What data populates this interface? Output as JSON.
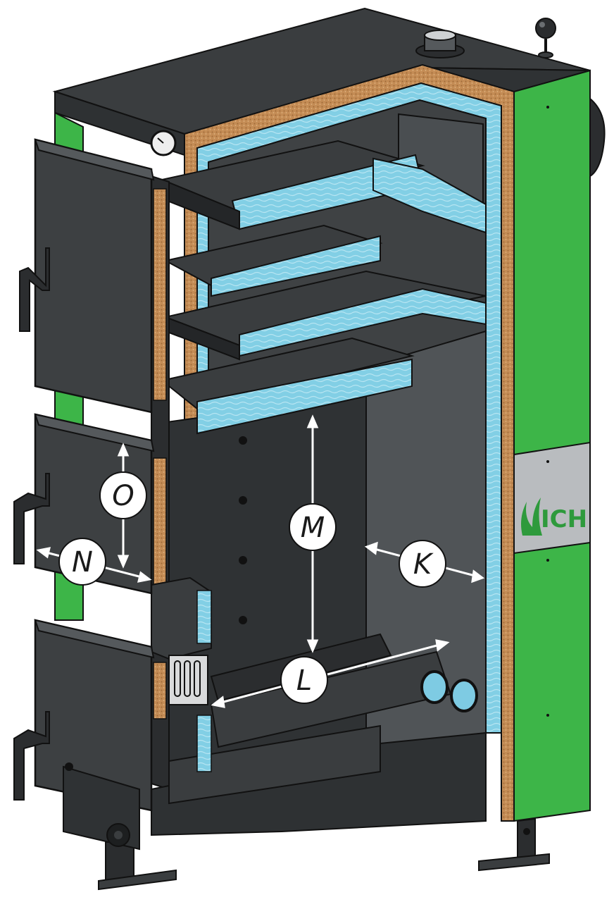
{
  "figure": {
    "dimension_labels": {
      "o": "O",
      "n": "N",
      "m": "M",
      "k": "K",
      "l": "L"
    },
    "brand": {
      "text": "ICH",
      "color": "#2e9a3c"
    }
  },
  "colors": {
    "steel": "#3d4042",
    "steel_dark": "#2b2d2f",
    "steel_light": "#55595c",
    "casing_green": "#3db548",
    "wood_insulation": "#c28a52",
    "mineral_wool": "#7ecbe3",
    "nameplate": "#b9bcbf",
    "outline": "#111111"
  },
  "icons": [
    "thermometer-gauge-icon",
    "flue-pipe-icon",
    "ball-handle-icon",
    "door-handle-icon",
    "star-knob-icon"
  ]
}
